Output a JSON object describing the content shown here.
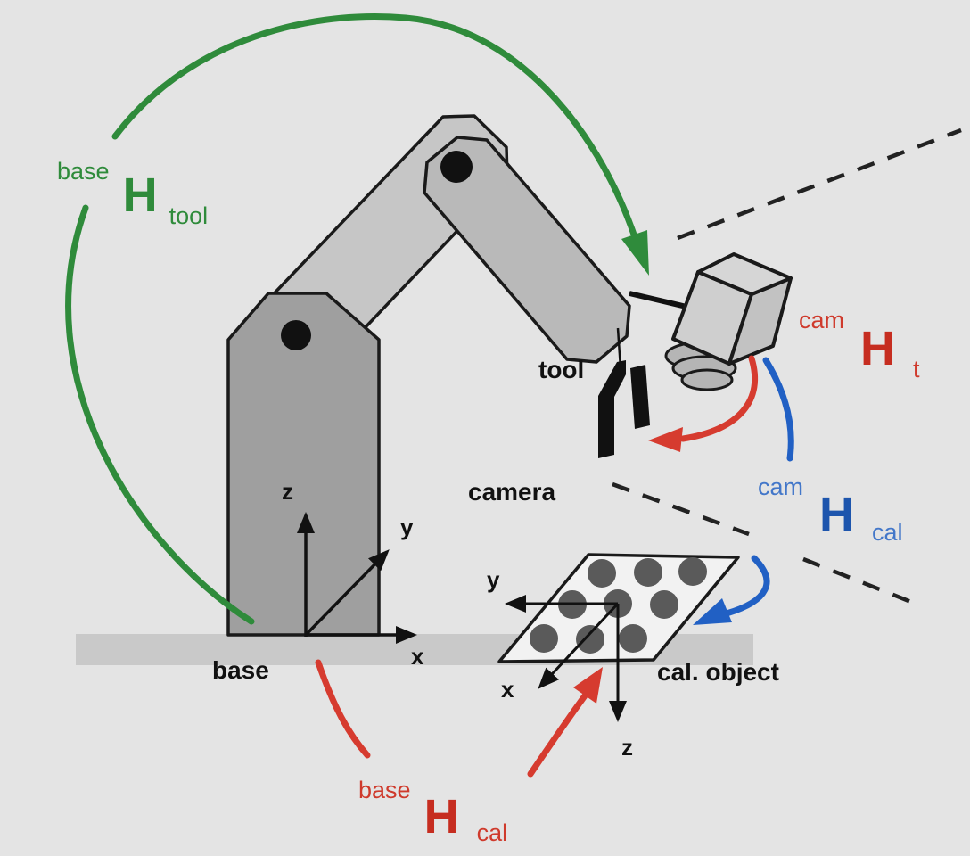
{
  "figure": {
    "background": "#e4e4e4",
    "colors": {
      "green": "#2f8b3b",
      "red": "#cf3a2c",
      "red_dark": "#c62d20",
      "blue": "#2160c4",
      "blue_dark": "#1d55ad",
      "arm_light": "#c6c6c6",
      "arm_mid": "#b9b9b9",
      "column": "#9f9f9f",
      "ground": "#c9c9c9",
      "outline": "#1a1a1a",
      "plate_dot": "#5a5a5a"
    },
    "labels": {
      "tool": "tool",
      "camera": "camera",
      "base": "base",
      "cal_object": "cal. object"
    },
    "transforms": {
      "base_tool": {
        "pre": "base",
        "main": "H",
        "post": "tool"
      },
      "cam_t": {
        "pre": "cam",
        "main": "H",
        "post": "t"
      },
      "cam_cal": {
        "pre": "cam",
        "main": "H",
        "post": "cal"
      },
      "base_cal": {
        "pre": "base",
        "main": "H",
        "post": "cal"
      }
    },
    "base_axes": {
      "x": "x",
      "y": "y",
      "z": "z"
    },
    "cal_axes": {
      "x": "x",
      "y": "y",
      "z": "z"
    }
  }
}
